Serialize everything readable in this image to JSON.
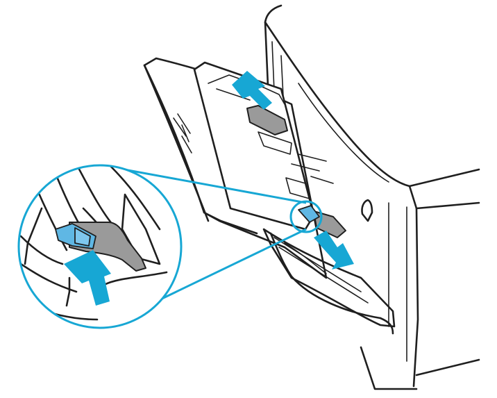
{
  "colors": {
    "accent": "#17a7d4",
    "line": "#1f1f1f",
    "guide_gray": "#9a9a9a",
    "tab_blue": "#5fb7e4",
    "background": "#ffffff"
  },
  "elements": {
    "printer": "printer-body",
    "tray": "multipurpose-tray-1",
    "paper_guide_left": "paper-width-guide-left",
    "paper_guide_right": "paper-width-guide-right",
    "guide_release_tab": "blue-release-tab",
    "zoom_callout": "magnifier-circle",
    "arrows": [
      "arrow-up-left",
      "arrow-down-right",
      "arrow-squeeze"
    ]
  }
}
